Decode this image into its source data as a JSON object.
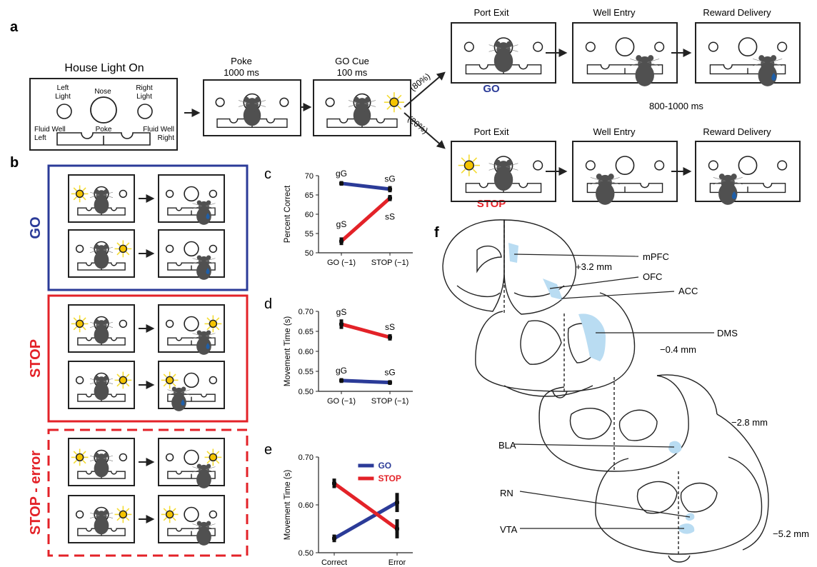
{
  "panels": {
    "a": "a",
    "b": "b",
    "c": "c",
    "d": "d",
    "e": "e",
    "f": "f"
  },
  "colors": {
    "go": "#2b3b98",
    "stop": "#e32228",
    "light": "#f5c400",
    "ray": "#f5dc33",
    "outline": "#222222",
    "rat": "#505050",
    "water": "#1f5fa8",
    "region": "#b9dcf2"
  },
  "icons": {
    "rat": "rat-icon",
    "light": "cue-light-icon",
    "drop": "water-drop-icon",
    "arrow": "arrow-icon"
  },
  "panel_a": {
    "house_title": "House Light On",
    "labels": {
      "left_light": [
        "Left",
        "Light"
      ],
      "nose": "Nose",
      "right_light": [
        "Right",
        "Light"
      ],
      "poke": "Poke",
      "fluid_left": [
        "Fluid Well",
        "Left"
      ],
      "fluid_right": [
        "Fluid Well",
        "Right"
      ]
    },
    "poke": {
      "title": "Poke",
      "duration": "1000 ms"
    },
    "go_cue": {
      "title": "GO Cue",
      "duration": "100 ms"
    },
    "prob_go": "(80%)",
    "prob_stop": "(20%)",
    "steps": [
      "Port Exit",
      "Well Entry",
      "Reward Delivery"
    ],
    "go_label": "GO",
    "stop_label": "STOP",
    "timing": "800-1000 ms"
  },
  "panel_b": {
    "go": "GO",
    "stop": "STOP",
    "stop_error": "STOP - error"
  },
  "charts": {
    "c": {
      "ylabel": "Percent Correct",
      "ticks": [
        "50",
        "55",
        "60",
        "65",
        "70"
      ],
      "xticks": [
        "GO (−1)",
        "STOP (−1)"
      ],
      "labels": {
        "gG": "gG",
        "sG": "sG",
        "gS": "gS",
        "sS": "sS"
      }
    },
    "d": {
      "ylabel": "Movement Time (s)",
      "ticks": [
        "0.50",
        "0.55",
        "0.60",
        "0.65",
        "0.70"
      ],
      "xticks": [
        "GO (−1)",
        "STOP (−1)"
      ],
      "labels": {
        "gS": "gS",
        "sS": "sS",
        "gG": "gG",
        "sG": "sG"
      }
    },
    "e": {
      "ylabel": "Movement Time (s)",
      "ticks": [
        "0.50",
        "0.60",
        "0.70"
      ],
      "xticks": [
        "Correct",
        "Error"
      ],
      "legend": [
        "GO",
        "STOP"
      ]
    }
  },
  "chart_data": [
    {
      "type": "line",
      "panel": "c",
      "ylabel": "Percent Correct",
      "categories": [
        "GO (−1)",
        "STOP (−1)"
      ],
      "ylim": [
        50,
        70
      ],
      "series": [
        {
          "name": "GO",
          "values": [
            68,
            66.5
          ],
          "point_labels": [
            "gG",
            "sG"
          ],
          "err": [
            0.6,
            0.8
          ]
        },
        {
          "name": "STOP",
          "values": [
            53,
            64.2
          ],
          "point_labels": [
            "gS",
            "sS"
          ],
          "err": [
            1.0,
            0.8
          ]
        }
      ]
    },
    {
      "type": "line",
      "panel": "d",
      "ylabel": "Movement Time (s)",
      "categories": [
        "GO (−1)",
        "STOP (−1)"
      ],
      "ylim": [
        0.5,
        0.7
      ],
      "series": [
        {
          "name": "STOP",
          "values": [
            0.668,
            0.635
          ],
          "point_labels": [
            "gS",
            "sS"
          ],
          "err": [
            0.012,
            0.008
          ]
        },
        {
          "name": "GO",
          "values": [
            0.527,
            0.522
          ],
          "point_labels": [
            "gG",
            "sG"
          ],
          "err": [
            0.006,
            0.006
          ]
        }
      ]
    },
    {
      "type": "line",
      "panel": "e",
      "ylabel": "Movement Time (s)",
      "categories": [
        "Correct",
        "Error"
      ],
      "ylim": [
        0.5,
        0.7
      ],
      "legend": "top-right",
      "series": [
        {
          "name": "GO",
          "values": [
            0.53,
            0.605
          ],
          "err": [
            0.008,
            0.02
          ]
        },
        {
          "name": "STOP",
          "values": [
            0.645,
            0.55
          ],
          "err": [
            0.01,
            0.02
          ]
        }
      ]
    }
  ],
  "panel_f": {
    "regions": [
      "mPFC",
      "OFC",
      "ACC",
      "DMS",
      "BLA",
      "RN",
      "VTA"
    ],
    "coords": [
      "+3.2 mm",
      "−0.4 mm",
      "−2.8 mm",
      "−5.2 mm"
    ]
  }
}
